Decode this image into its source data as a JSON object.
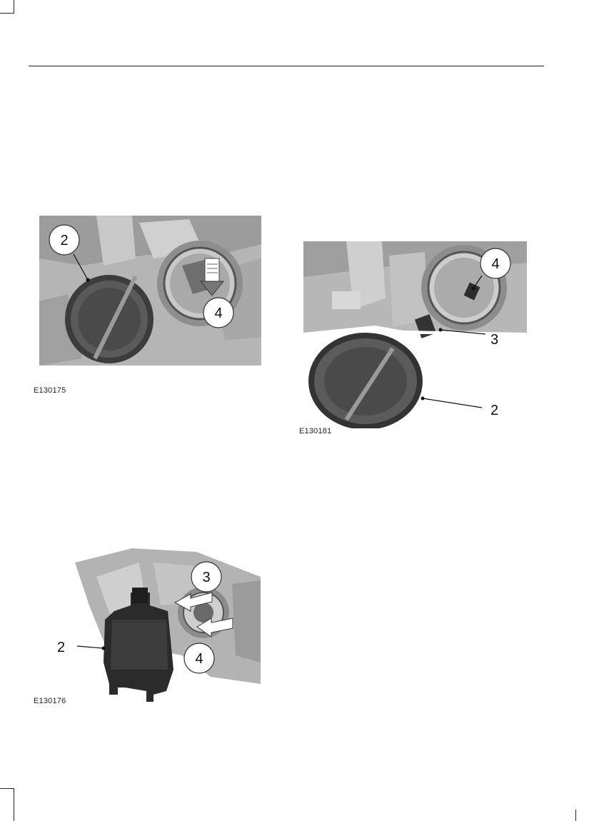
{
  "figures": [
    {
      "id": "E130175",
      "caption": "E130175",
      "callouts": [
        "2",
        "4"
      ]
    },
    {
      "id": "E130181",
      "caption": "E130181",
      "callouts": [
        "4",
        "3",
        "2"
      ]
    },
    {
      "id": "E130176",
      "caption": "E130176",
      "callouts": [
        "3",
        "2",
        "4"
      ]
    }
  ]
}
